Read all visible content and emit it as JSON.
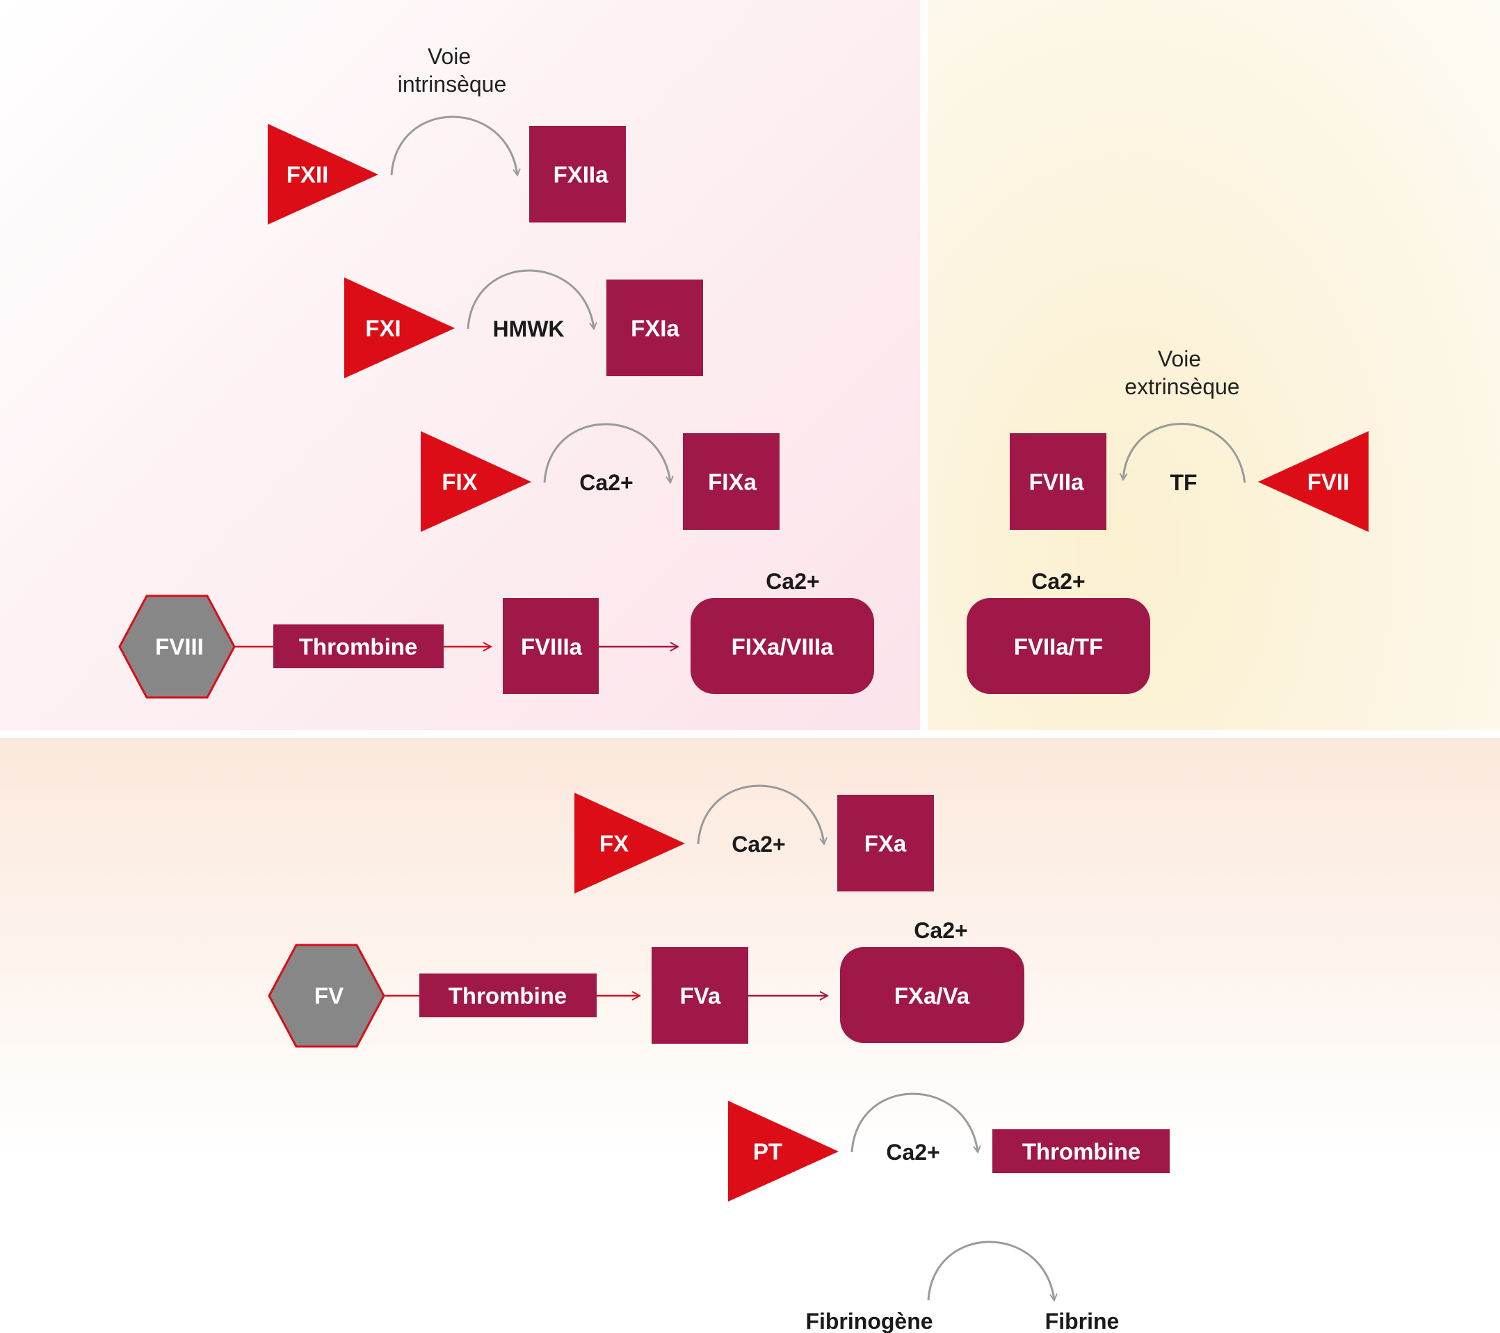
{
  "intrinsic": {
    "title_line1": "Voie",
    "title_line2": "intrinsèque",
    "fxii": "FXII",
    "fxiia": "FXIIa",
    "fxi": "FXI",
    "hmwk": "HMWK",
    "fxia": "FXIa",
    "fix": "FIX",
    "ca_fix": "Ca2+",
    "fixa": "FIXa",
    "fviii": "FVIII",
    "thrombine_fviii": "Thrombine",
    "fviiia": "FVIIIa",
    "ca_complex": "Ca2+",
    "fixa_viiia": "FIXa/VIIIa"
  },
  "extrinsic": {
    "title_line1": "Voie",
    "title_line2": "extrinsèque",
    "fviia": "FVIIa",
    "tf": "TF",
    "fvii": "FVII",
    "ca_complex": "Ca2+",
    "fviia_tf": "FVIIa/TF"
  },
  "common": {
    "fx": "FX",
    "ca_fx": "Ca2+",
    "fxa": "FXa",
    "fv": "FV",
    "thrombine_fv": "Thrombine",
    "fva": "FVa",
    "ca_complex": "Ca2+",
    "fxa_va": "FXa/Va",
    "pt": "PT",
    "ca_pt": "Ca2+",
    "thrombine": "Thrombine",
    "fibrinogene": "Fibrinogène",
    "fibrine": "Fibrine"
  },
  "colors": {
    "inactive_factor": "#dd0d17",
    "active_factor": "#a01848",
    "cofactor": "#878787",
    "arrow_arc": "#9a9a9a"
  }
}
